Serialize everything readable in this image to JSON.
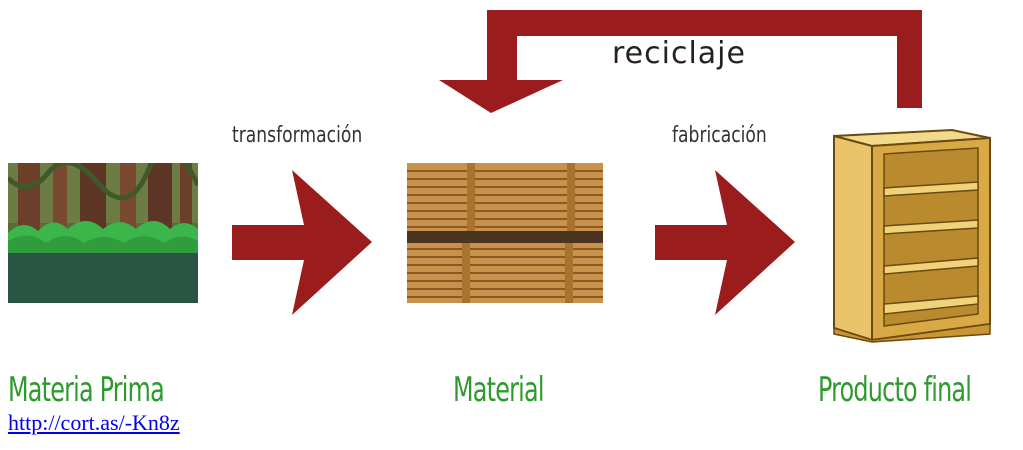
{
  "recycle": {
    "label": "reciclaje"
  },
  "arrows": [
    {
      "label": "transformación"
    },
    {
      "label": "fabricación"
    }
  ],
  "stages": [
    {
      "label": "Materia Prima",
      "image": "forest-image"
    },
    {
      "label": "Material",
      "image": "lumber-stack-image"
    },
    {
      "label": "Producto final",
      "image": "bookshelf-image"
    }
  ],
  "source_link": {
    "text": "http://cort.as/-Kn8z"
  },
  "colors": {
    "arrow": "#9b1c1c",
    "stage_label": "#2e9a2e",
    "link": "#0000ee"
  }
}
